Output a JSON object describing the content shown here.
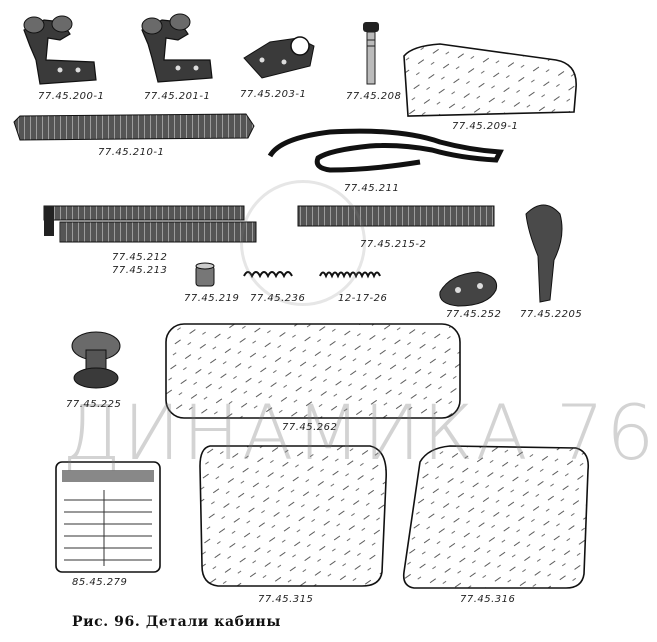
{
  "parts": [
    {
      "id": "hinge_left",
      "label": "77.45.200-1"
    },
    {
      "id": "hinge_right",
      "label": "77.45.201-1"
    },
    {
      "id": "bracket",
      "label": "77.45.203-1"
    },
    {
      "id": "pin",
      "label": "77.45.208"
    },
    {
      "id": "vent_glass",
      "label": "77.45.209-1"
    },
    {
      "id": "strip_top",
      "label": "77.45.210-1"
    },
    {
      "id": "seal_loop",
      "label": "77.45.211"
    },
    {
      "id": "channel_left",
      "label": "77.45.212"
    },
    {
      "id": "channel_left_b",
      "label": "77.45.213"
    },
    {
      "id": "channel_right",
      "label": "77.45.215-2"
    },
    {
      "id": "bushing",
      "label": "77.45.219"
    },
    {
      "id": "spring_small",
      "label": "77.45.236"
    },
    {
      "id": "spring_long",
      "label": "12-17-26"
    },
    {
      "id": "plate",
      "label": "77.45.252"
    },
    {
      "id": "handle",
      "label": "77.45.2205"
    },
    {
      "id": "knob",
      "label": "77.45.225"
    },
    {
      "id": "rear_glass",
      "label": "77.45.262"
    },
    {
      "id": "nameplate",
      "label": "85.45.279"
    },
    {
      "id": "glass_left",
      "label": "77.45.315"
    },
    {
      "id": "glass_right",
      "label": "77.45.316"
    }
  ],
  "caption": "Рис. 96. Детали кабины",
  "watermark": "ДИНАМИКА 76"
}
